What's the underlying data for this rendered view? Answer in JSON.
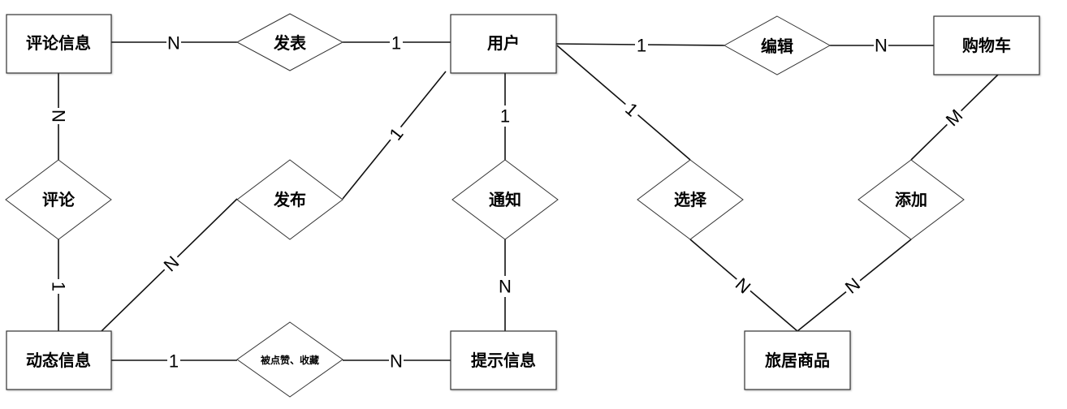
{
  "entities": {
    "comment_info": "评论信息",
    "user": "用户",
    "cart": "购物车",
    "post_info": "动态信息",
    "notice_info": "提示信息",
    "product": "旅居商品"
  },
  "relations": {
    "publish_comment": "发表",
    "edit": "编辑",
    "comment": "评论",
    "publish_post": "发布",
    "notify": "通知",
    "select": "选择",
    "add": "添加",
    "liked": "被点赞、收藏"
  },
  "cardinalities": {
    "comment_publish": "N",
    "publish_user": "1",
    "user_edit": "1",
    "edit_cart": "N",
    "commentinfo_comment": "N",
    "comment_post": "1",
    "user_publishpost": "1",
    "publishpost_post": "N",
    "user_notify": "1",
    "notify_notice": "N",
    "user_select": "1",
    "cart_add": "M",
    "select_product": "N",
    "add_product": "N",
    "post_liked": "1",
    "liked_notice": "N"
  }
}
